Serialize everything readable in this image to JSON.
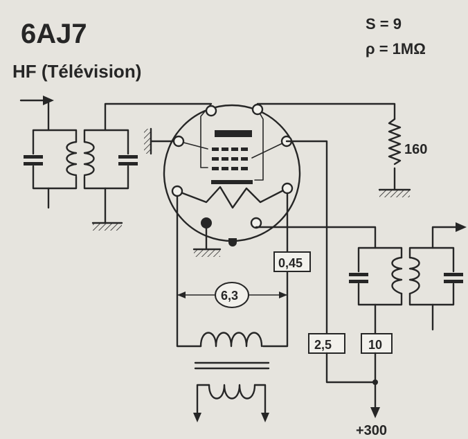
{
  "header": {
    "tube": "6AJ7",
    "function": "HF (Télévision)",
    "slope": "S = 9",
    "resistance": "ρ = 1MΩ"
  },
  "values": {
    "r_screen": "160",
    "heater_voltage": "6,3",
    "heater_current": "0,45",
    "r_plate": "2,5",
    "r_decoupling": "10",
    "supply": "+300"
  },
  "colors": {
    "ink": "#262626",
    "paper": "#e6e4de"
  },
  "icons": [
    "ground-icon",
    "arrow-icon",
    "tube-icon",
    "coil-icon",
    "capacitor-icon",
    "resistor-icon",
    "transformer-icon"
  ]
}
